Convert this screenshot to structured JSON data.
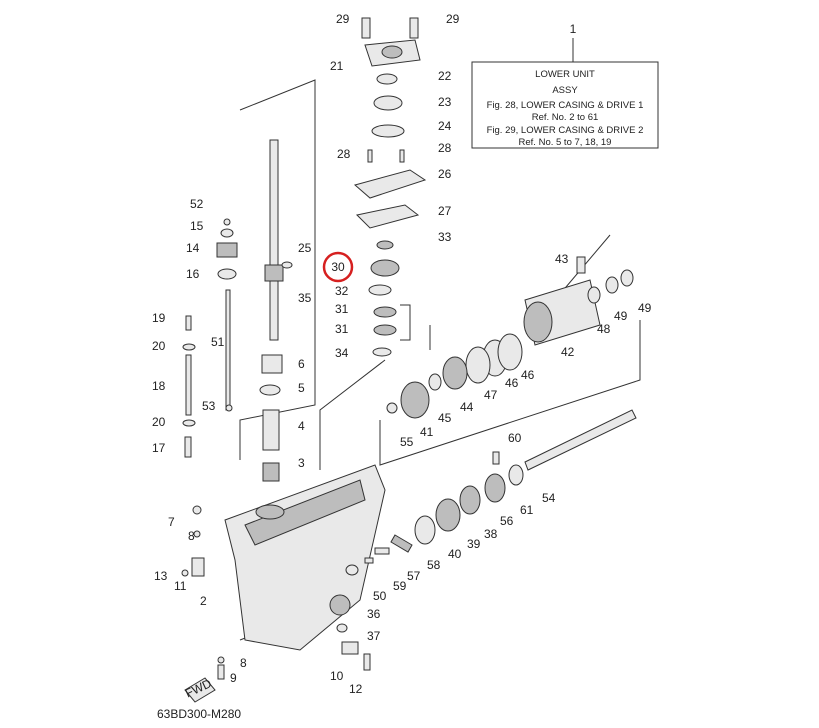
{
  "info_box": {
    "ref": "1",
    "title1": "LOWER UNIT",
    "title2": "ASSY",
    "line1": "Fig. 28, LOWER CASING & DRIVE 1",
    "line2": "Ref. No. 2 to 61",
    "line3": "Fig. 29, LOWER CASING & DRIVE 2",
    "line4": "Ref. No. 5 to 7, 18, 19"
  },
  "highlight_label": "30",
  "fwd_label": "FWD",
  "drawing_code": "63BD300-M280",
  "parts": [
    {
      "ref": "29"
    },
    {
      "ref": "29"
    },
    {
      "ref": "21"
    },
    {
      "ref": "22"
    },
    {
      "ref": "23"
    },
    {
      "ref": "24"
    },
    {
      "ref": "28"
    },
    {
      "ref": "28"
    },
    {
      "ref": "26"
    },
    {
      "ref": "27"
    },
    {
      "ref": "33"
    },
    {
      "ref": "32"
    },
    {
      "ref": "31"
    },
    {
      "ref": "31"
    },
    {
      "ref": "34"
    },
    {
      "ref": "52"
    },
    {
      "ref": "15"
    },
    {
      "ref": "14"
    },
    {
      "ref": "16"
    },
    {
      "ref": "25"
    },
    {
      "ref": "35"
    },
    {
      "ref": "19"
    },
    {
      "ref": "20"
    },
    {
      "ref": "51"
    },
    {
      "ref": "18"
    },
    {
      "ref": "53"
    },
    {
      "ref": "20"
    },
    {
      "ref": "17"
    },
    {
      "ref": "6"
    },
    {
      "ref": "5"
    },
    {
      "ref": "4"
    },
    {
      "ref": "3"
    },
    {
      "ref": "43"
    },
    {
      "ref": "48"
    },
    {
      "ref": "49"
    },
    {
      "ref": "49"
    },
    {
      "ref": "42"
    },
    {
      "ref": "46"
    },
    {
      "ref": "46"
    },
    {
      "ref": "47"
    },
    {
      "ref": "44"
    },
    {
      "ref": "45"
    },
    {
      "ref": "41"
    },
    {
      "ref": "55"
    },
    {
      "ref": "60"
    },
    {
      "ref": "54"
    },
    {
      "ref": "61"
    },
    {
      "ref": "56"
    },
    {
      "ref": "38"
    },
    {
      "ref": "39"
    },
    {
      "ref": "40"
    },
    {
      "ref": "58"
    },
    {
      "ref": "57"
    },
    {
      "ref": "59"
    },
    {
      "ref": "50"
    },
    {
      "ref": "36"
    },
    {
      "ref": "37"
    },
    {
      "ref": "7"
    },
    {
      "ref": "8"
    },
    {
      "ref": "13"
    },
    {
      "ref": "11"
    },
    {
      "ref": "2"
    },
    {
      "ref": "8"
    },
    {
      "ref": "9"
    },
    {
      "ref": "10"
    },
    {
      "ref": "12"
    }
  ]
}
